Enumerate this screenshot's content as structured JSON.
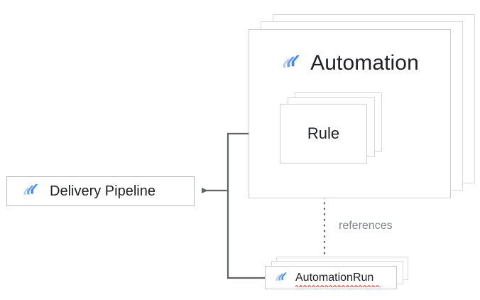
{
  "diagram": {
    "title": "Automation entity relationship diagram",
    "background": "#ffffff",
    "colors": {
      "node_border": "#c9c9c9",
      "ghost_border": "#d8d8d8",
      "edge": "#5f6368",
      "text": "#202124",
      "muted_text": "#80868b",
      "icon_dark_blue": "#4285f4",
      "icon_mid_blue": "#669df6",
      "icon_light_blue": "#aecbfa",
      "spellcheck_red": "#ea4335"
    }
  },
  "nodes": {
    "automation": {
      "label": "Automation",
      "icon": "google-cloud-deploy-icon",
      "stack_count": 3
    },
    "rule": {
      "label": "Rule",
      "stack_count": 3
    },
    "delivery_pipeline": {
      "label": "Delivery Pipeline",
      "icon": "google-cloud-deploy-icon",
      "stack_count": 1
    },
    "automation_run": {
      "label": "AutomationRun",
      "icon": "google-cloud-deploy-icon",
      "stack_count": 3,
      "spellcheck_flagged": true
    }
  },
  "edges": [
    {
      "id": "rule-to-pipeline",
      "from": "rule",
      "to": "delivery_pipeline",
      "label": "",
      "style": "solid",
      "arrowhead": "filled-triangle"
    },
    {
      "id": "run-to-pipeline",
      "from": "automation_run",
      "to": "delivery_pipeline",
      "label": "",
      "style": "solid",
      "arrowhead": "filled-triangle"
    },
    {
      "id": "run-references-rule",
      "from": "automation_run",
      "to": "rule",
      "label": "references",
      "style": "dotted",
      "arrowhead": "filled-triangle"
    }
  ]
}
